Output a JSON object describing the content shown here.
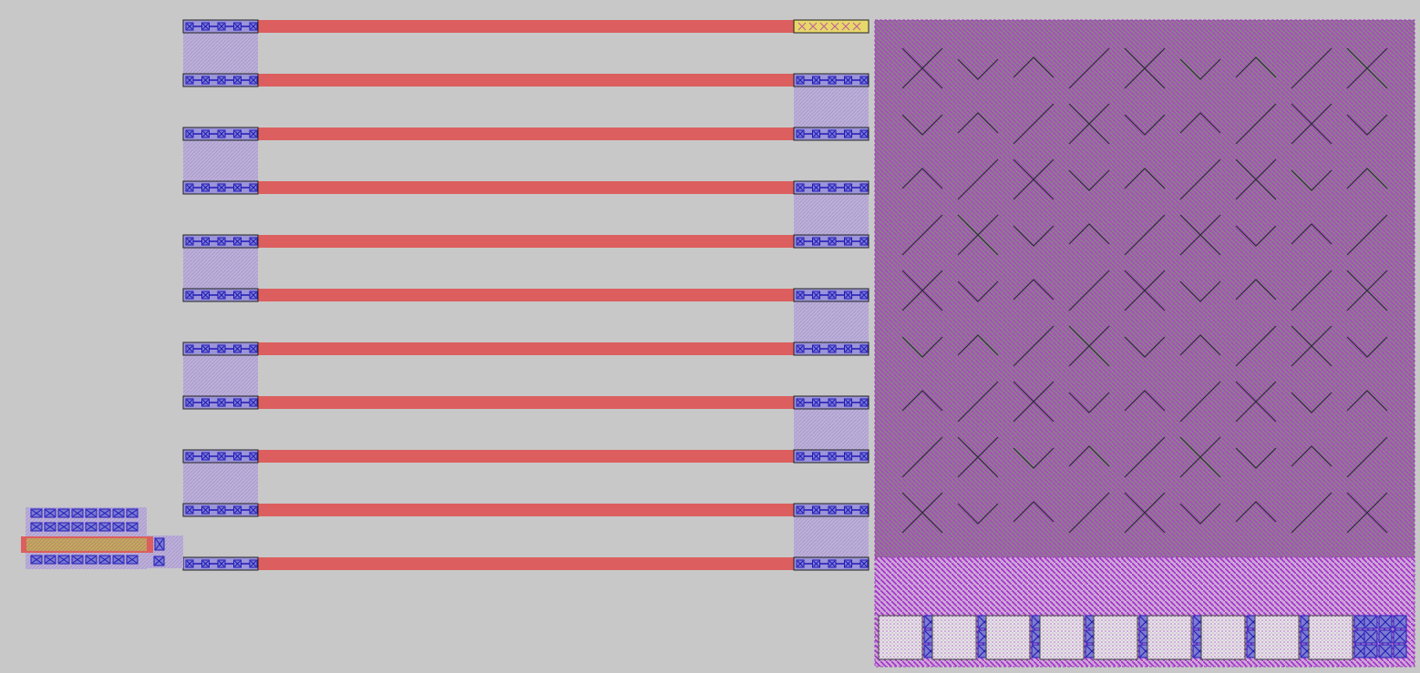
{
  "layout_view": {
    "background_color": "#c8c8c8",
    "layers": {
      "poly": "#dc5e5e",
      "diffusion": "#b7a8d6",
      "metal": "#2018b8",
      "contact": "#6f6cc8",
      "nwell": "#a43cc4",
      "implant_orange": "#d4a040",
      "label_yellow": "#e6d86a"
    },
    "poly_rows": 11,
    "contact_blocks_per_strip": 5,
    "array_pattern": "cross-hatched",
    "pad_count": 9,
    "icons": [
      "contact-cut-icon",
      "x-mark-icon"
    ]
  }
}
